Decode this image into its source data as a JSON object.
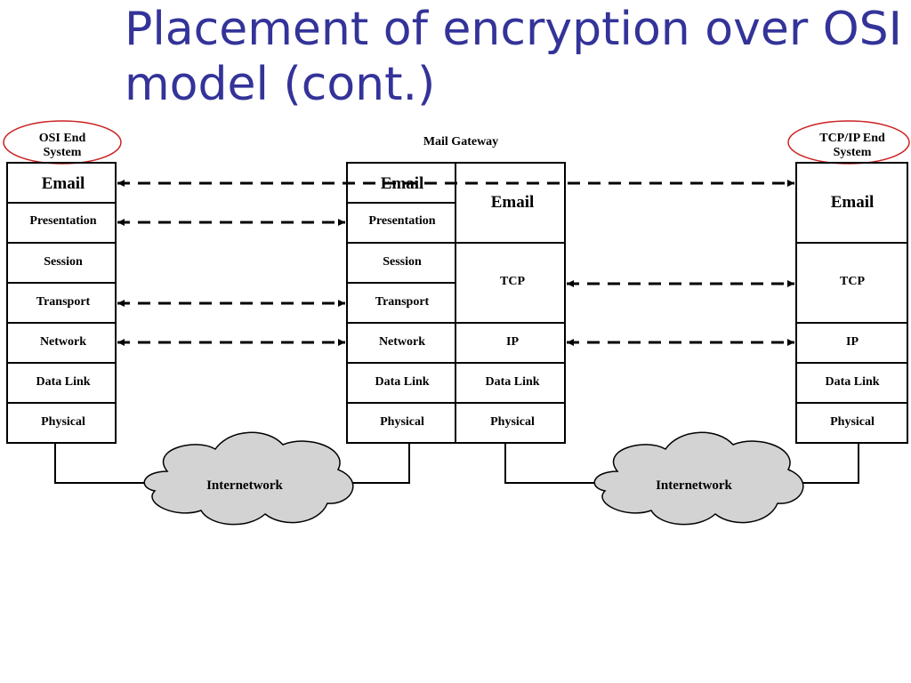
{
  "title": {
    "line1": "Placement of encryption over OSI",
    "line2": "model (cont.)"
  },
  "diagram": {
    "osi_end_system": {
      "label_line1": "OSI End",
      "label_line2": "System",
      "layers": [
        "Email",
        "Presentation",
        "Session",
        "Transport",
        "Network",
        "Data Link",
        "Physical"
      ]
    },
    "mail_gateway": {
      "label": "Mail Gateway",
      "osi_side": [
        "Email",
        "Presentation",
        "Session",
        "Transport",
        "Network",
        "Data Link",
        "Physical"
      ],
      "tcpip_side": [
        "Email",
        "TCP",
        "IP",
        "Data Link",
        "Physical"
      ]
    },
    "tcpip_end_system": {
      "label_line1": "TCP/IP End",
      "label_line2": "System",
      "layers": [
        "Email",
        "TCP",
        "IP",
        "Data Link",
        "Physical"
      ]
    },
    "internetwork_left": "Internetwork",
    "internetwork_right": "Internetwork",
    "colors": {
      "title": "#333399",
      "highlight_ellipse": "#cc2222",
      "cloud_fill": "#d3d3d3"
    }
  }
}
